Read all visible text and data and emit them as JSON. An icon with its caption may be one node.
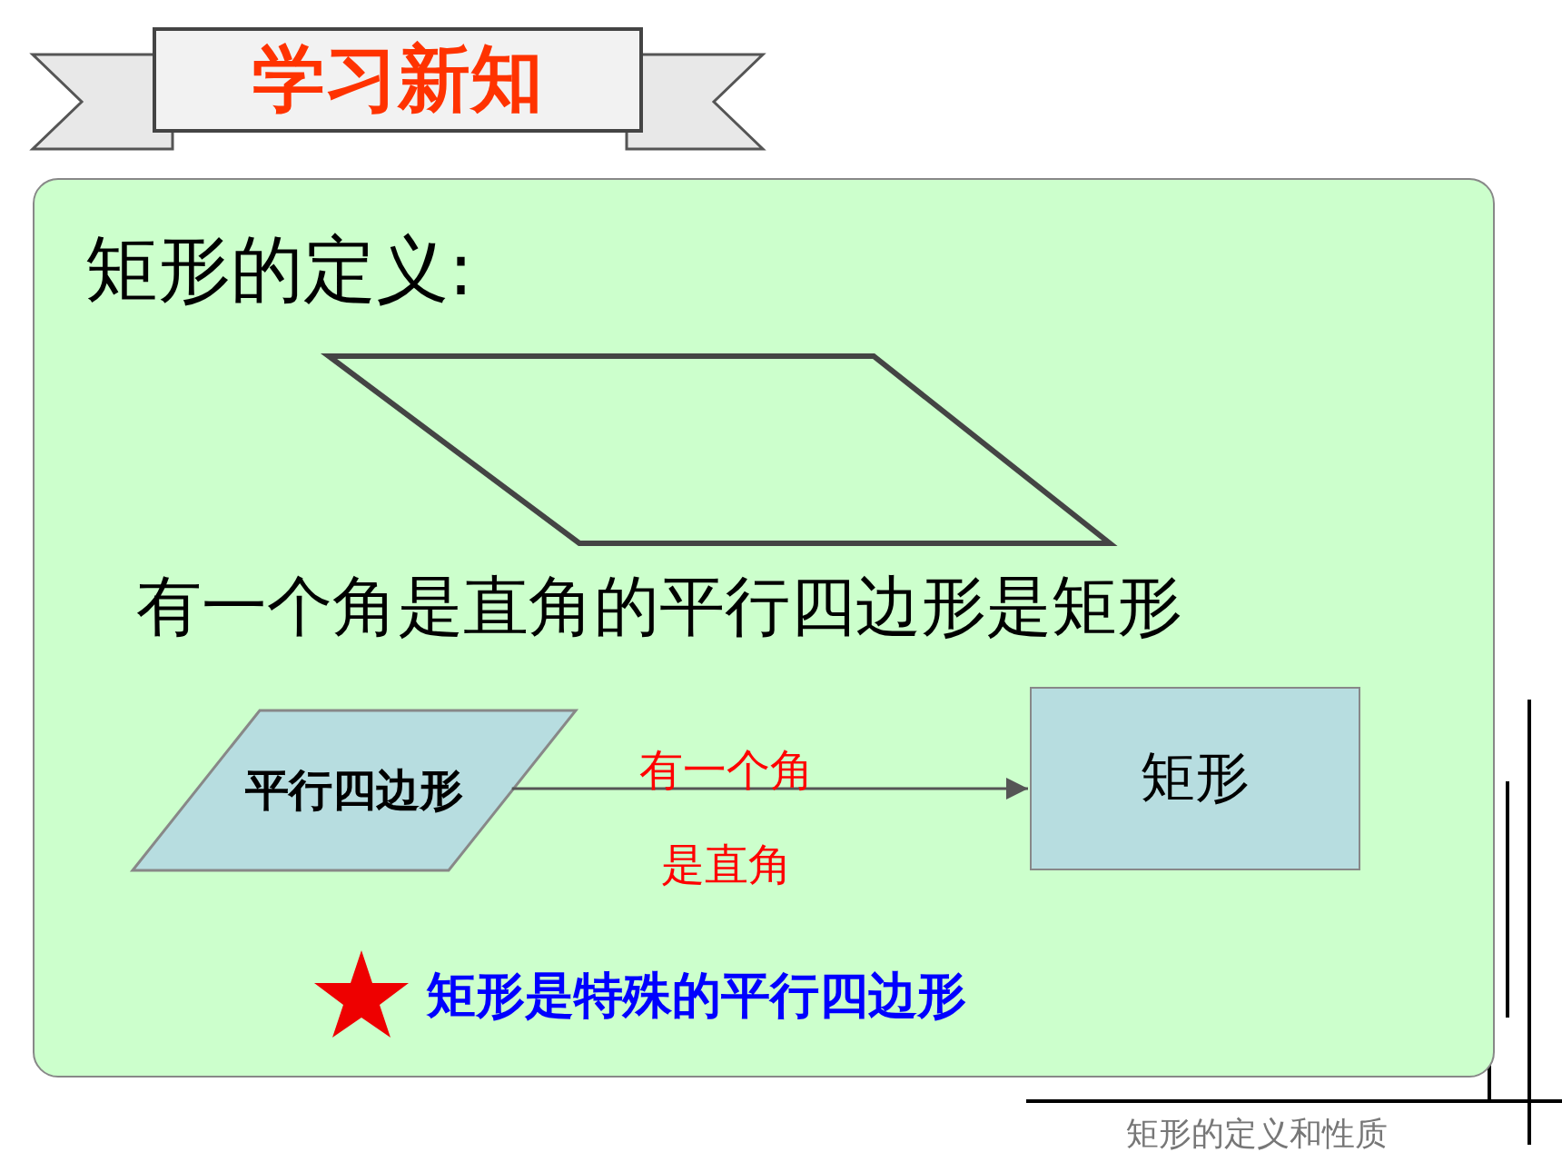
{
  "diagram": {
    "title": "学习新知",
    "caption": "矩形的定义和性质",
    "nodes": [
      {
        "text": [
          "矩形的定义:"
        ]
      },
      {
        "text": [],
        "shape": "parallelogram",
        "in": 0
      },
      {
        "text": [
          "平行四边形"
        ],
        "in": 0
      },
      {
        "text": [
          "矩形"
        ],
        "in": 0
      }
    ],
    "edges": [
      {
        "from": 2,
        "to": 3,
        "arrow": "to",
        "label": "有一个角是直角"
      }
    ],
    "labels": [
      "有一个角是直角的平行四边形是矩形",
      "矩形是特殊的平行四边形"
    ]
  }
}
